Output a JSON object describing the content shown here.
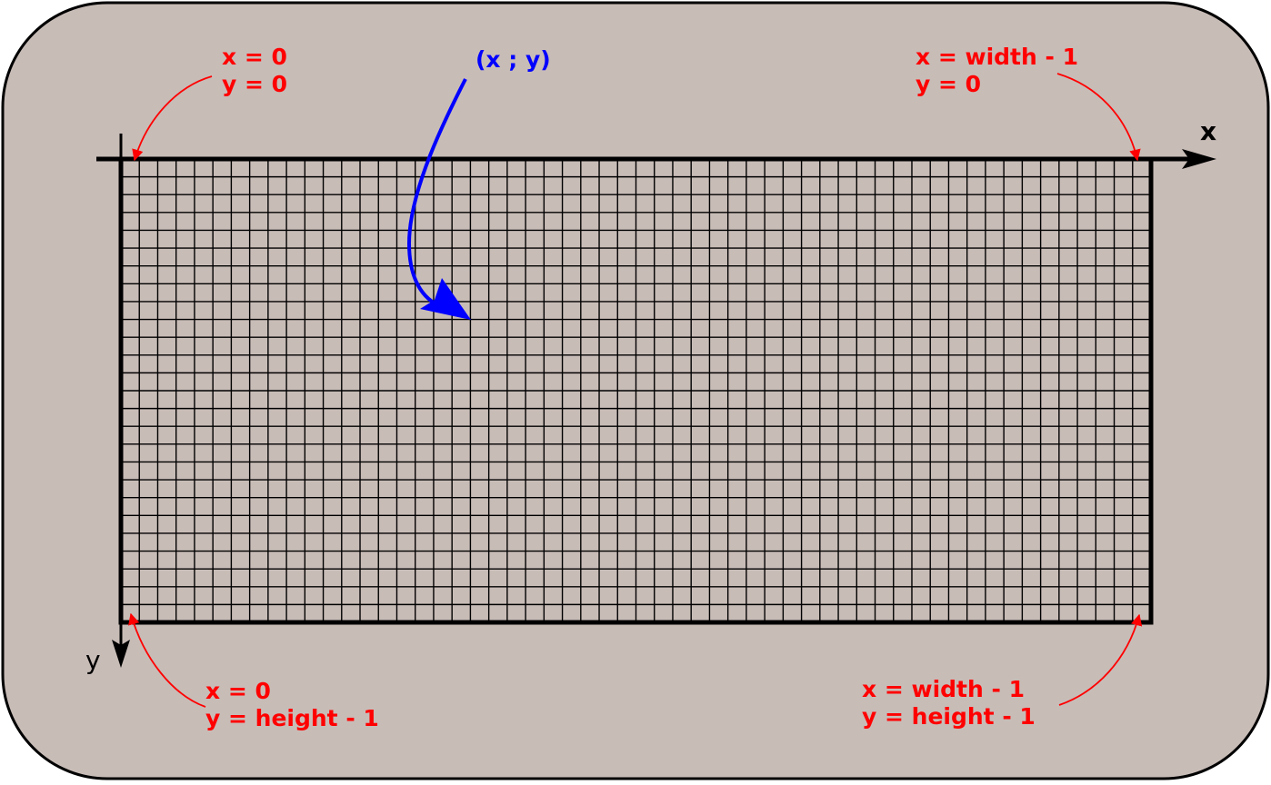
{
  "colors": {
    "panel_background": "#c8bcb7",
    "panel_border": "#000000",
    "grid_lines": "#000000",
    "corner_annotation": "#ff0000",
    "pixel_annotation": "#0000ff"
  },
  "axes": {
    "x_label": "x",
    "y_label": "y"
  },
  "grid": {
    "columns": 56,
    "rows": 26
  },
  "annotations": {
    "top_left": {
      "line1": "x = 0",
      "line2": "y = 0"
    },
    "top_right": {
      "line1": "x = width - 1",
      "line2": "y = 0"
    },
    "bottom_left": {
      "line1": "x = 0",
      "line2": "y = height - 1"
    },
    "bottom_right": {
      "line1": "x = width - 1",
      "line2": "y = height - 1"
    },
    "pixel": "(x ; y)"
  }
}
